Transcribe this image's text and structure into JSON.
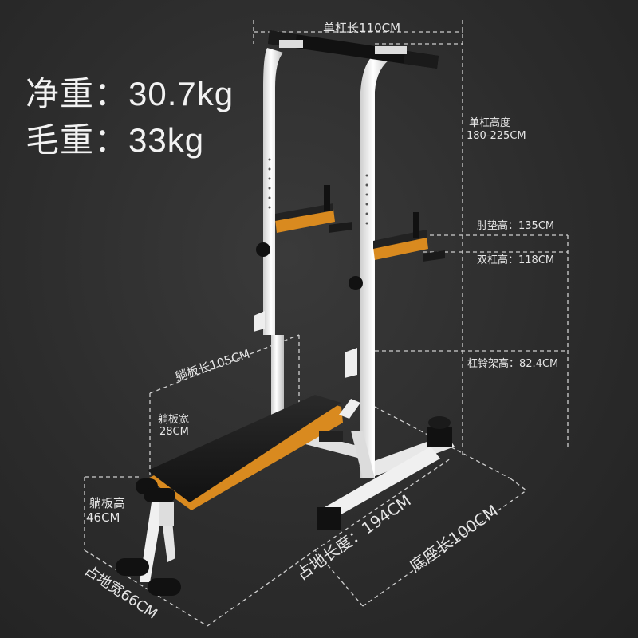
{
  "weights": {
    "net": "净重：30.7kg",
    "gross": "毛重：33kg"
  },
  "dimensions": {
    "bar_length": "单杠长110CM",
    "bar_height_label": "单杠高度",
    "bar_height_value": "180-225CM",
    "elbow_pad_height": "肘垫高：135CM",
    "dip_bar_height": "双杠高：118CM",
    "barbell_rack_height": "杠铃架高：82.4CM",
    "bench_length": "躺板长105CM",
    "bench_width_label": "躺板宽",
    "bench_width_value": "28CM",
    "bench_height_label": "躺板高",
    "bench_height_value": "46CM",
    "footprint_width": "占地宽66CM",
    "footprint_length": "占地长度：194CM",
    "base_length": "底座长100CM"
  },
  "colors": {
    "background": "#2b2b2b",
    "frame": "#f4f4f4",
    "pad": "#1c1c1c",
    "accent": "#d98a1f",
    "guide": "#cfcfcf"
  }
}
